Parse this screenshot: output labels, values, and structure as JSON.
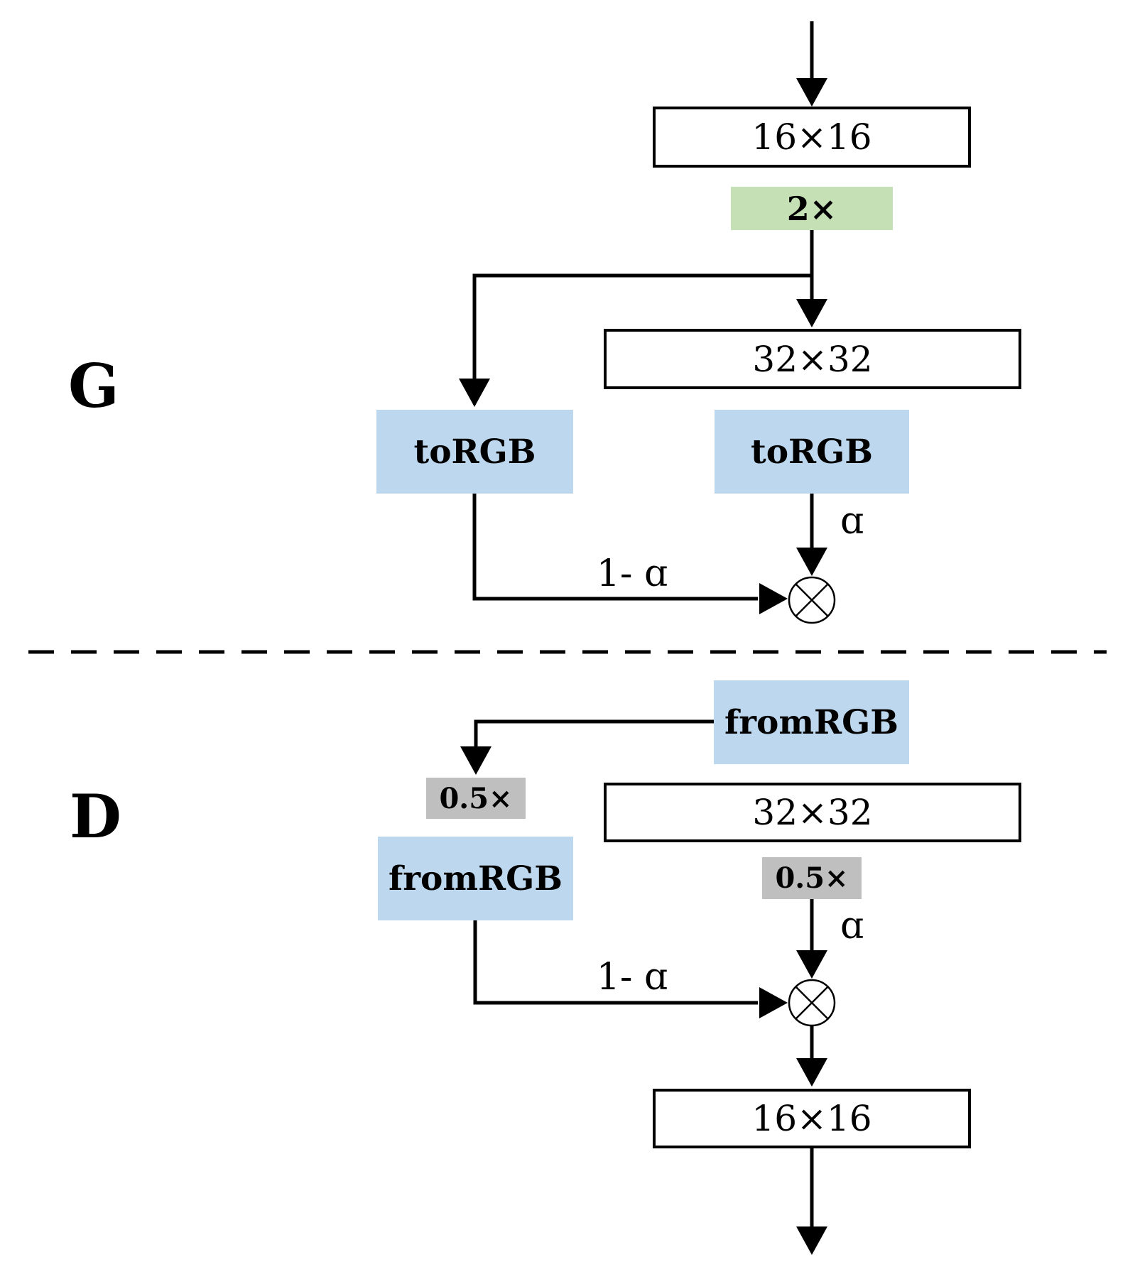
{
  "colors": {
    "blue": "#BDD7EE",
    "green": "#C5E0B4",
    "gray": "#BFBFBF",
    "line": "#000000"
  },
  "generator": {
    "label": "G",
    "boxes": {
      "input": "16×16",
      "upsample": "2×",
      "feature": "32×32",
      "torgb_left": "toRGB",
      "torgb_right": "toRGB"
    },
    "edge_labels": {
      "alpha": "ɑ",
      "one_minus_alpha": "1- ɑ"
    }
  },
  "discriminator": {
    "label": "D",
    "boxes": {
      "fromrgb_top": "fromRGB",
      "downsample_left": "0.5×",
      "feature": "32×32",
      "downsample_right": "0.5×",
      "fromrgb_left": "fromRGB",
      "output": "16×16"
    },
    "edge_labels": {
      "alpha": "ɑ",
      "one_minus_alpha": "1- ɑ"
    }
  }
}
